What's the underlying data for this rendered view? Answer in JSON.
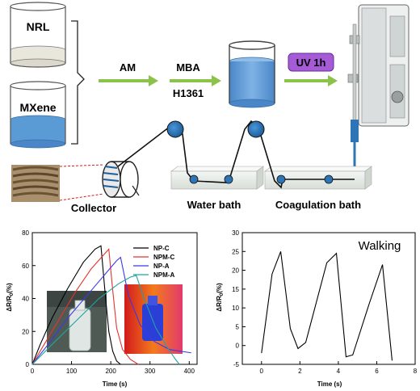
{
  "schematic": {
    "beaker_top_label": "NRL",
    "beaker_bottom_label": "MXene",
    "arrow1_label": "AM",
    "arrow2_label_top": "MBA",
    "arrow2_label_bottom": "H1361",
    "uv_label": "UV 1h",
    "collector_label": "Collector",
    "water_bath_label": "Water bath",
    "coagulation_bath_label": "Coagulation bath",
    "colors": {
      "arrow": "#8bc34a",
      "uv_box": "#9b59d0",
      "liquid": "#5b9bd5",
      "roller": "#2e75b6"
    }
  },
  "chart_data": [
    {
      "type": "line",
      "title": "",
      "xlabel": "Time (s)",
      "ylabel": "ΔR/R0(%)",
      "xlim": [
        0,
        420
      ],
      "ylim": [
        0,
        80
      ],
      "xticks": [
        0,
        100,
        200,
        300,
        400
      ],
      "yticks": [
        0,
        20,
        40,
        60,
        80
      ],
      "legend_position": "top-right",
      "series": [
        {
          "name": "NP-C",
          "color": "#000000",
          "x": [
            0,
            20,
            50,
            90,
            130,
            160,
            175,
            185,
            195,
            205,
            215,
            225
          ],
          "y": [
            0,
            12,
            28,
            46,
            62,
            70,
            72,
            45,
            20,
            8,
            2,
            0
          ]
        },
        {
          "name": "NPM-C",
          "color": "#e8312a",
          "x": [
            0,
            30,
            70,
            110,
            150,
            180,
            195,
            205,
            215,
            230,
            250,
            270
          ],
          "y": [
            0,
            12,
            28,
            44,
            58,
            66,
            70,
            45,
            22,
            9,
            3,
            0
          ]
        },
        {
          "name": "NP-A",
          "color": "#3a3ae8",
          "x": [
            0,
            40,
            90,
            140,
            190,
            215,
            225,
            245,
            275,
            310,
            350,
            405
          ],
          "y": [
            0,
            12,
            28,
            42,
            56,
            63,
            65,
            42,
            24,
            14,
            9,
            7
          ]
        },
        {
          "name": "NPM-A",
          "color": "#1fa5a0",
          "x": [
            0,
            50,
            110,
            170,
            220,
            250,
            265,
            285,
            315,
            345,
            365,
            375
          ],
          "y": [
            0,
            12,
            26,
            40,
            49,
            53,
            54,
            40,
            22,
            10,
            3,
            0
          ]
        }
      ]
    },
    {
      "type": "line",
      "title": "Walking",
      "xlabel": "Time (s)",
      "ylabel": "ΔR/R0(%)",
      "xlim": [
        -1,
        8
      ],
      "ylim": [
        -5,
        30
      ],
      "xticks": [
        0,
        2,
        4,
        6,
        8
      ],
      "yticks": [
        -5,
        0,
        5,
        10,
        15,
        20,
        25,
        30
      ],
      "series": [
        {
          "name": "",
          "color": "#000000",
          "x": [
            0,
            0.55,
            1.0,
            1.5,
            1.9,
            2.3,
            3.4,
            3.9,
            4.4,
            4.75,
            5.6,
            6.3,
            6.8
          ],
          "y": [
            -2,
            19,
            25,
            4.5,
            -0.8,
            0.8,
            22,
            24.5,
            -3,
            -2.5,
            11,
            21.5,
            -4
          ]
        }
      ]
    }
  ]
}
